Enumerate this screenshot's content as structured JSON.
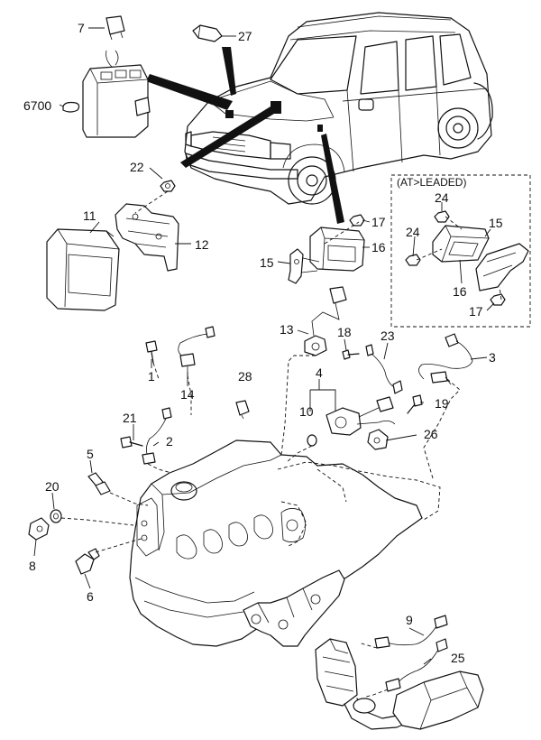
{
  "colors": {
    "ink": "#111111",
    "paper": "#ffffff"
  },
  "inset": {
    "title": "(AT>LEADED)"
  },
  "callouts": {
    "c7": "7",
    "c27": "27",
    "c6700": "6700",
    "c22": "22",
    "c11": "11",
    "c12": "12",
    "c17a": "17",
    "c16a": "16",
    "c15a": "15",
    "c24a": "24",
    "c24b": "24",
    "c15b": "15",
    "c16b": "16",
    "c17b": "17",
    "c13": "13",
    "c18": "18",
    "c23": "23",
    "c3": "3",
    "c1": "1",
    "c14": "14",
    "c28": "28",
    "c4": "4",
    "c10": "10",
    "c19": "19",
    "c26": "26",
    "c21": "21",
    "c2": "2",
    "c5": "5",
    "c20": "20",
    "c8": "8",
    "c6": "6",
    "c9": "9",
    "c25": "25"
  }
}
